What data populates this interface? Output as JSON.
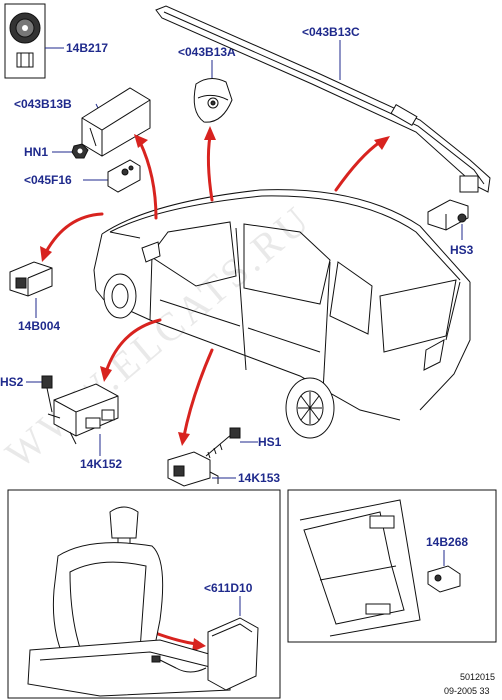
{
  "watermark": "WWW.ELCATS.RU",
  "labels": {
    "p14B217": "14B217",
    "p043B13B": "<043B13B",
    "p043B13A": "<043B13A",
    "p043B13C": "<043B13C",
    "hn1": "HN1",
    "p045F16": "<045F16",
    "hs3": "HS3",
    "p14B004": "14B004",
    "hs2": "HS2",
    "p14K152": "14K152",
    "hs1": "HS1",
    "p14K153": "14K153",
    "p14B268": "14B268",
    "p611D10": "<611D10"
  },
  "footer": {
    "code": "5012015",
    "date": "09-2005 33"
  },
  "colors": {
    "label": "#1f2a8c",
    "arrow": "#d8231f"
  }
}
